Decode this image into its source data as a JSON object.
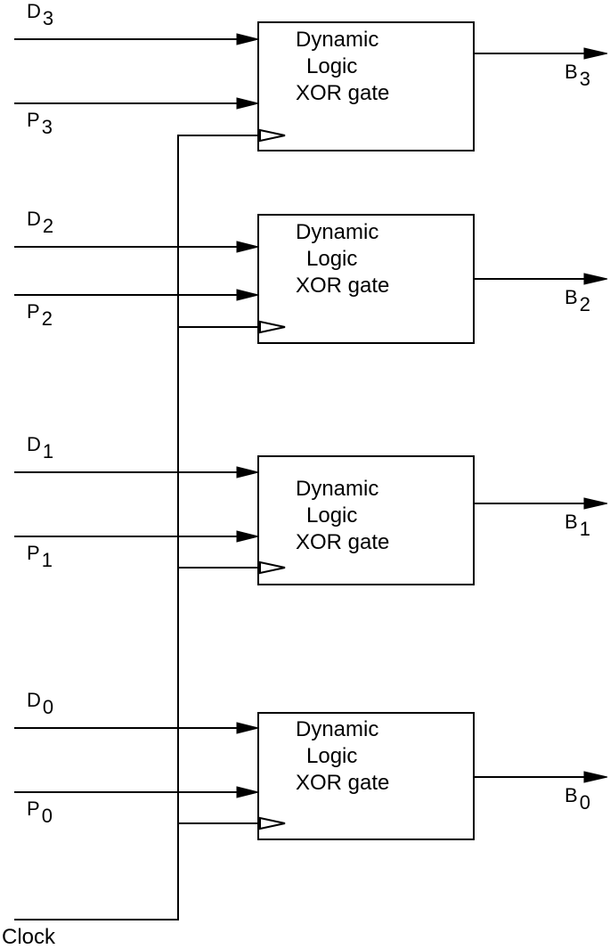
{
  "gates": [
    {
      "title_line1": "Dynamic",
      "title_line2": "Logic",
      "title_line3": "XOR gate"
    },
    {
      "title_line1": "Dynamic",
      "title_line2": "Logic",
      "title_line3": "XOR gate"
    },
    {
      "title_line1": "Dynamic",
      "title_line2": "Logic",
      "title_line3": "XOR gate"
    },
    {
      "title_line1": "Dynamic",
      "title_line2": "Logic",
      "title_line3": "XOR gate"
    }
  ],
  "inputs": {
    "d3": {
      "letter": "D",
      "sub": "3"
    },
    "p3": {
      "letter": "P",
      "sub": "3"
    },
    "d2": {
      "letter": "D",
      "sub": "2"
    },
    "p2": {
      "letter": "P",
      "sub": "2"
    },
    "d1": {
      "letter": "D",
      "sub": "1"
    },
    "p1": {
      "letter": "P",
      "sub": "1"
    },
    "d0": {
      "letter": "D",
      "sub": "0"
    },
    "p0": {
      "letter": "P",
      "sub": "0"
    }
  },
  "outputs": {
    "b3": {
      "letter": "B",
      "sub": "3"
    },
    "b2": {
      "letter": "B",
      "sub": "2"
    },
    "b1": {
      "letter": "B",
      "sub": "1"
    },
    "b0": {
      "letter": "B",
      "sub": "0"
    }
  },
  "clock_label": "Clock"
}
